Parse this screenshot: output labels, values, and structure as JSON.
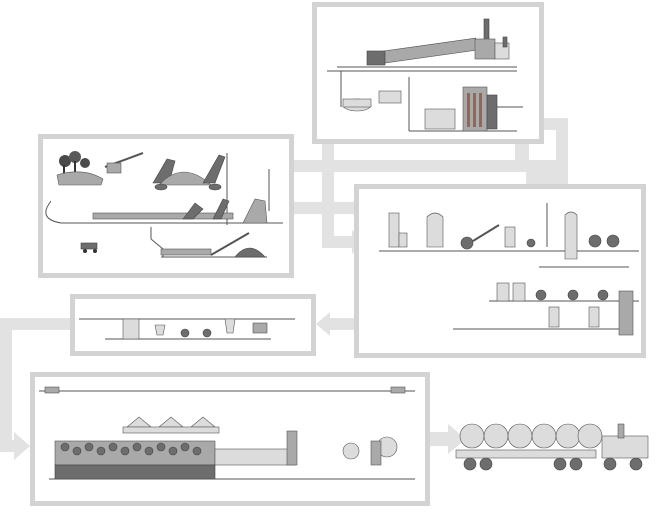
{
  "diagram": {
    "panels": [
      {
        "id": "woodyard",
        "items": [
          "trees",
          "log-truck",
          "chipper-conveyor",
          "chip-pile",
          "screen",
          "digester"
        ]
      },
      {
        "id": "recovery",
        "items": [
          "lime-kiln",
          "stack",
          "recovery-boiler",
          "tanks"
        ]
      },
      {
        "id": "pulping",
        "items": [
          "digester",
          "washers",
          "bleach-towers",
          "storage-tanks"
        ]
      },
      {
        "id": "stock-prep",
        "items": [
          "tanks",
          "refiners",
          "cleaners"
        ]
      },
      {
        "id": "paper-machine",
        "items": [
          "headbox",
          "dryer-section",
          "calender",
          "reel"
        ]
      },
      {
        "id": "shipping",
        "items": [
          "truck",
          "paper-rolls"
        ]
      }
    ],
    "paper_rolls": 6
  },
  "colors": {
    "arrow": "#e2e2e2",
    "panel_border": "#d3d3d3",
    "equipment_dark": "#6d6d6d",
    "equipment_mid": "#a9a9a9",
    "equipment_light": "#dcdcdc"
  }
}
